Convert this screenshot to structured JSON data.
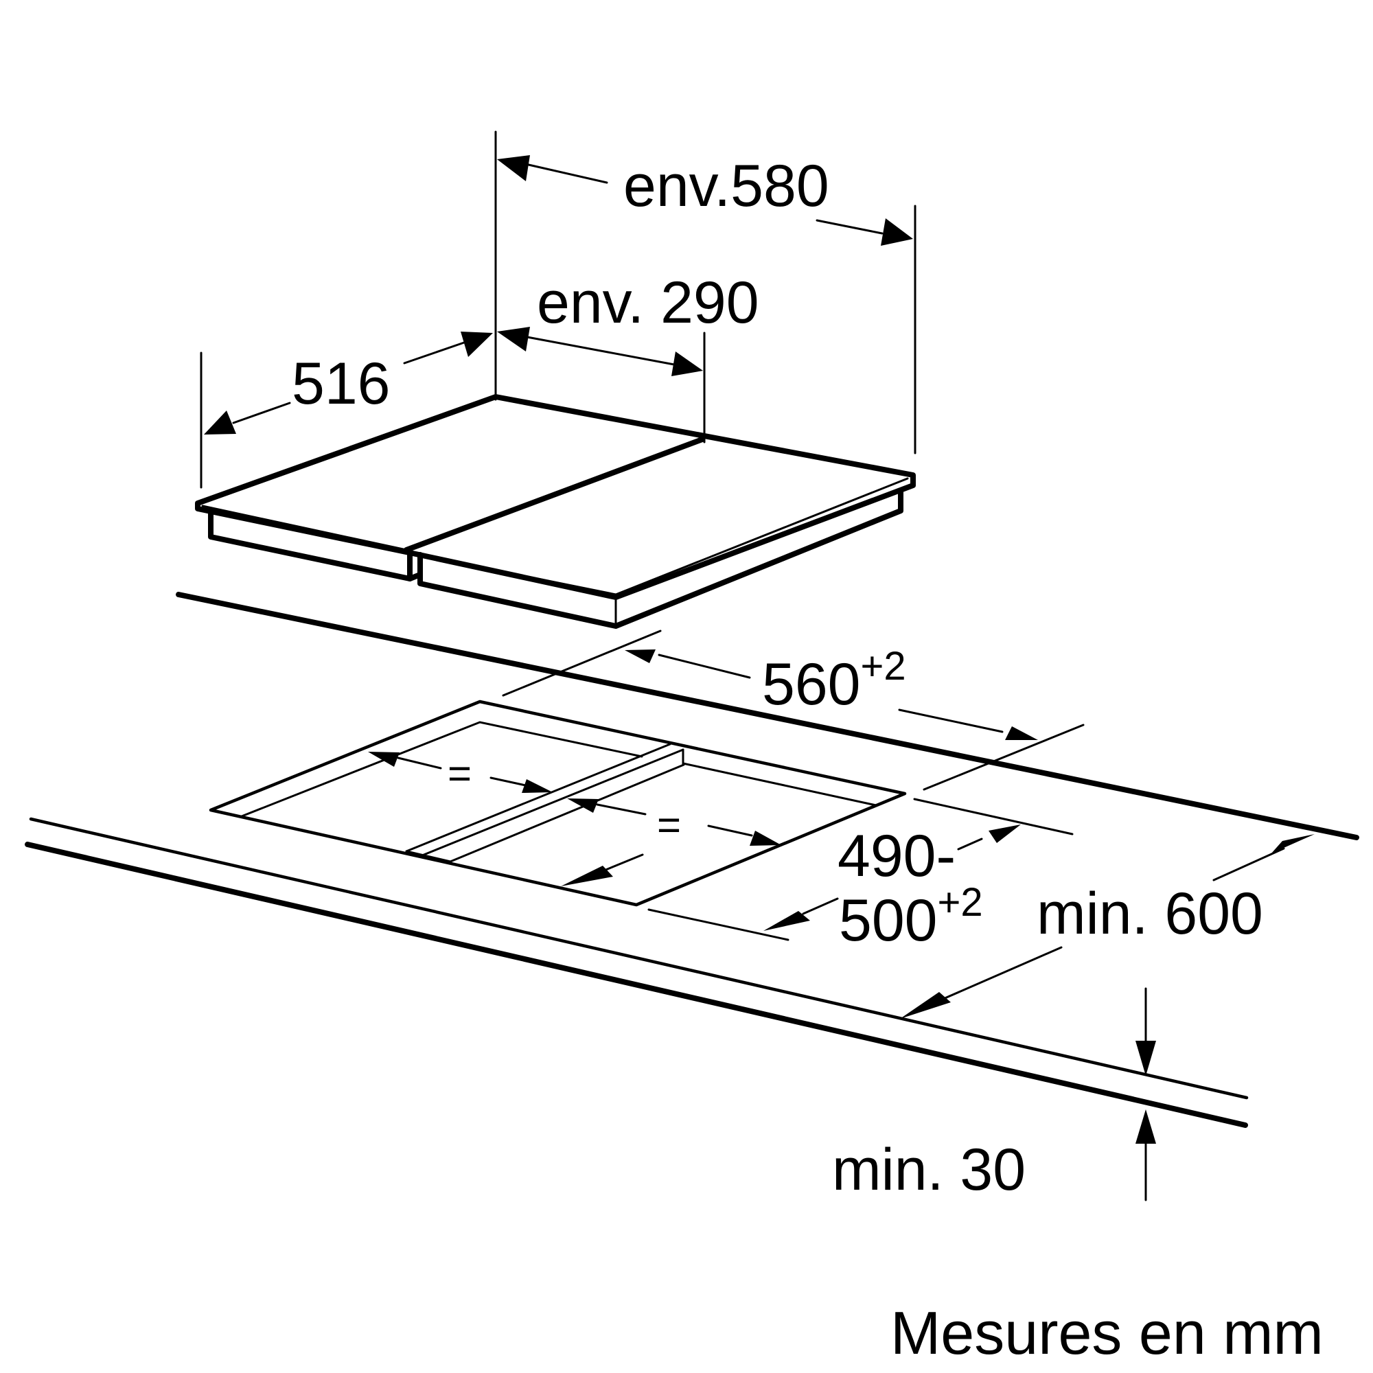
{
  "units_note": "Mesures en mm",
  "dimensions": {
    "width_approx": "env.580",
    "half_width_approx": "env. 290",
    "depth": "516",
    "cutout_width_base": "560",
    "cutout_width_tol": "+2",
    "cutout_depth_line1": "490-",
    "cutout_depth_base": "500",
    "cutout_depth_tol": "+2",
    "equal_spacing_1": "=",
    "equal_spacing_2": "=",
    "worktop_depth": "min. 600",
    "worktop_thickness": "min. 30"
  },
  "colors": {
    "stroke": "#000000",
    "background": "#ffffff"
  }
}
